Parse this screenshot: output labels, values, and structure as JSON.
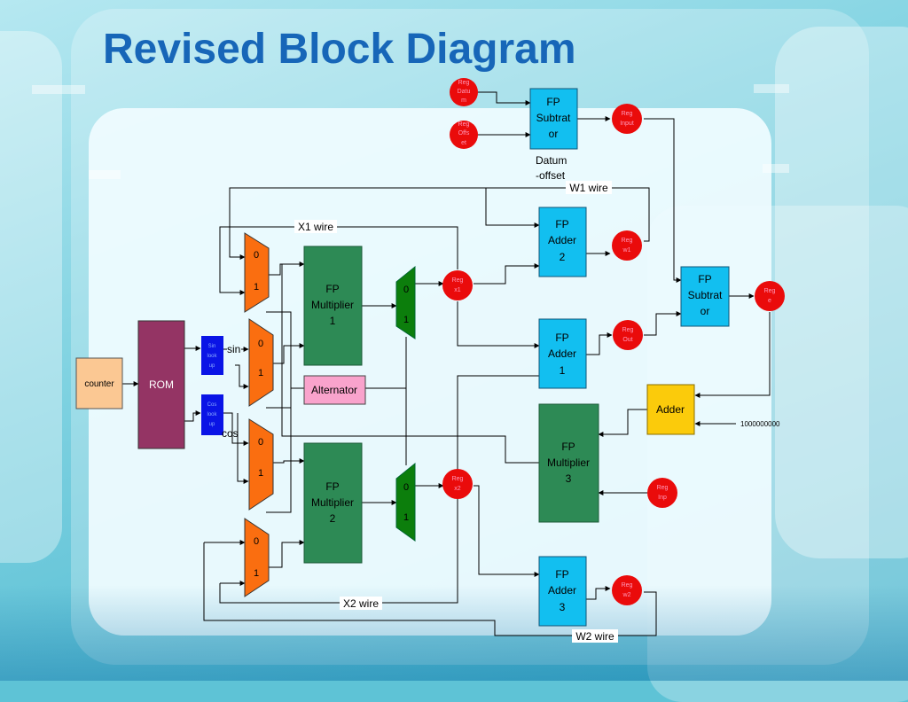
{
  "title": "Revised Block Diagram",
  "colors": {
    "counter": "#fbc893",
    "rom": "#943464",
    "lut": "#0a14e6",
    "mux_orange": "#fa6e10",
    "mux_green": "#0c7e0c",
    "multiplier": "#2d8a55",
    "fp_unit": "#12bff0",
    "adder": "#fbcb0b",
    "alternator": "#f9a3cc",
    "reg": "#ea0b0b"
  },
  "blocks": {
    "counter": "counter",
    "rom": "ROM",
    "sin_lut": [
      "Sin",
      "look",
      "up"
    ],
    "cos_lut": [
      "Cos",
      "look",
      "up"
    ],
    "sin": "sin",
    "cos": "cos",
    "mux_0": "0",
    "mux_1": "1",
    "fp_mult1": [
      "FP",
      "Multiplier",
      "1"
    ],
    "fp_mult2": [
      "FP",
      "Multiplier",
      "2"
    ],
    "fp_mult3": [
      "FP",
      "Multiplier",
      "3"
    ],
    "alternator": "Alternator",
    "fp_sub_top": [
      "FP",
      "Subtrat",
      "or"
    ],
    "fp_sub_right": [
      "FP",
      "Subtrat",
      "or"
    ],
    "fp_adder1": [
      "FP",
      "Adder",
      "1"
    ],
    "fp_adder2": [
      "FP",
      "Adder",
      "2"
    ],
    "fp_adder3": [
      "FP",
      "Adder",
      "3"
    ],
    "adder": "Adder",
    "datum_offset": [
      "Datum",
      "-offset"
    ],
    "const": "1000000000"
  },
  "regs": {
    "datum": [
      "Reg",
      "Datu",
      "m"
    ],
    "offset": [
      "Reg",
      "Offs",
      "et"
    ],
    "input": [
      "Reg",
      "Input"
    ],
    "w1": [
      "Reg",
      "w1"
    ],
    "x1": [
      "Reg",
      "x1"
    ],
    "out": [
      "Reg",
      "Out"
    ],
    "e": [
      "Reg",
      "e"
    ],
    "x2": [
      "Reg",
      "x2"
    ],
    "inp": [
      "Reg",
      "Inp"
    ],
    "w2": [
      "Reg",
      "w2"
    ]
  },
  "wires": {
    "x1": "X1 wire",
    "w1": "W1 wire",
    "x2": "X2 wire",
    "w2": "W2 wire"
  }
}
